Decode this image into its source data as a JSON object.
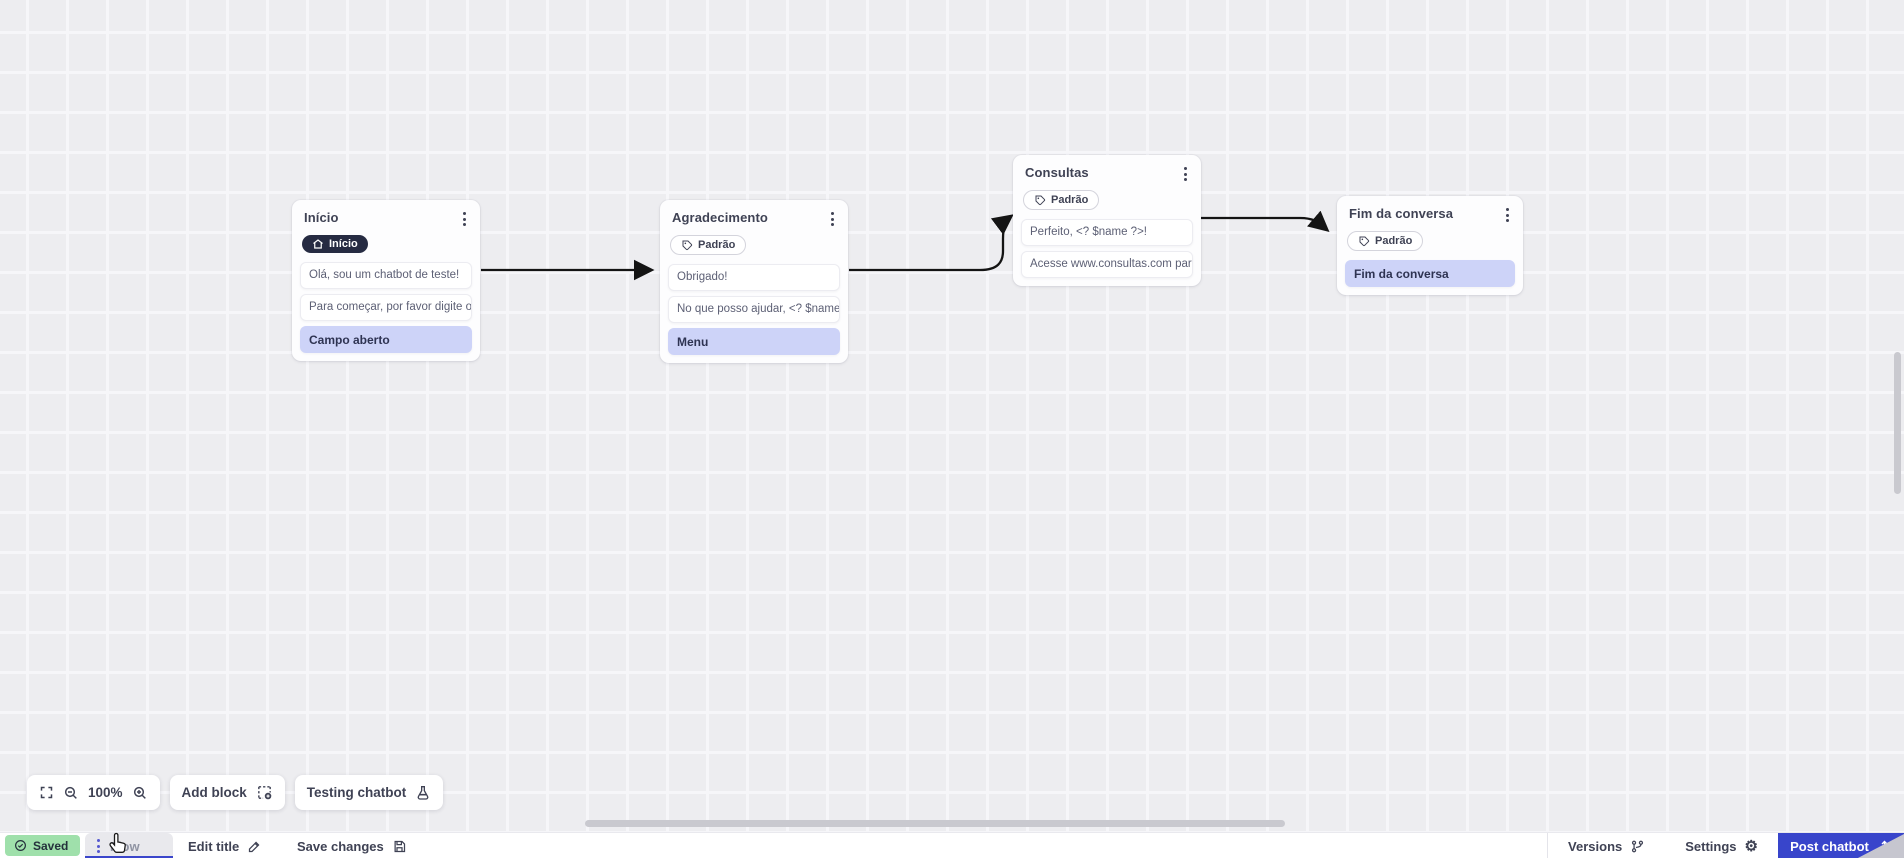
{
  "canvas": {
    "blocks": [
      {
        "title": "Início",
        "badge": "Início",
        "cards": [
          {
            "text": "Olá, sou um chatbot de teste!",
            "variant": "white"
          },
          {
            "text": "Para começar, por favor digite o ...",
            "variant": "white"
          },
          {
            "text": "Campo aberto",
            "variant": "purple"
          }
        ]
      },
      {
        "title": "Agradecimento",
        "badge": "Padrão",
        "cards": [
          {
            "text": "Obrigado!",
            "variant": "white"
          },
          {
            "text": "No que posso ajudar, <? $name ...",
            "variant": "white"
          },
          {
            "text": "Menu",
            "variant": "purple"
          }
        ]
      },
      {
        "title": "Consultas",
        "badge": "Padrão",
        "cards": [
          {
            "text": "Perfeito, <? $name ?>!",
            "variant": "white"
          },
          {
            "text": "Acesse www.consultas.com par...",
            "variant": "white"
          }
        ]
      },
      {
        "title": "Fim da conversa",
        "badge": "Padrão",
        "cards": [
          {
            "text": "Fim da conversa",
            "variant": "purple"
          }
        ]
      }
    ]
  },
  "toolbar": {
    "zoom_level": "100%",
    "add_block_label": "Add block",
    "testing_chatbot_label": "Testing chatbot"
  },
  "statusbar": {
    "saved_label": "Saved",
    "flow_tab_label": "Flow",
    "edit_title_label": "Edit title",
    "save_changes_label": "Save changes",
    "versions_label": "Versions",
    "settings_label": "Settings",
    "post_chatbot_label": "Post chatbot",
    "gear_glyph": "⚙"
  },
  "icons": {
    "home": "home-icon",
    "tag": "tag-icon",
    "kebab": "kebab-menu-icon",
    "fullscreen": "fullscreen-icon",
    "zoom_out": "zoom-out-icon",
    "zoom_in": "zoom-in-icon",
    "add_block": "add-block-icon",
    "flask": "flask-icon",
    "check_circle": "check-circle-icon",
    "pencil": "pencil-icon",
    "floppy": "save-icon",
    "branch": "versions-branch-icon",
    "gear": "gear-icon",
    "upload": "upload-icon",
    "hand_cursor": "hand-cursor"
  },
  "colors": {
    "accent_blue": "#3b46cb",
    "purple_card": "#cdd3f8",
    "saved_green": "#9fe0ab",
    "dark_badge": "#262b42",
    "arrow": "#141414",
    "canvas_bg": "#ededf0"
  }
}
